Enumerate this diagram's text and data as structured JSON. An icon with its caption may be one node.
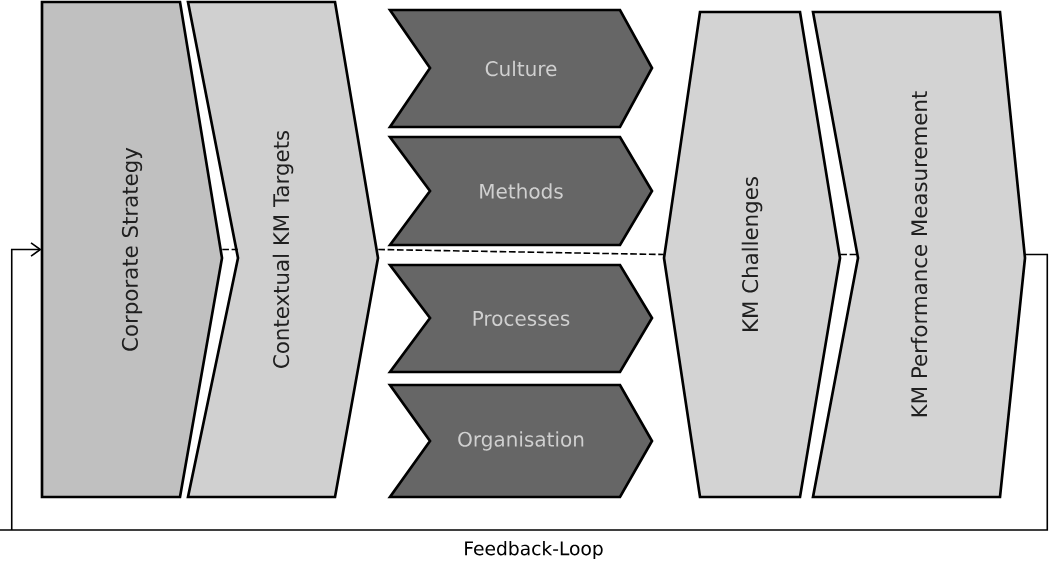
{
  "diagram": {
    "nodes": [
      {
        "text": [
          "Corporate Strategy"
        ]
      },
      {
        "text": [
          "Contextual KM Targets"
        ]
      },
      {
        "text": [
          "Culture"
        ]
      },
      {
        "text": [
          "Methods"
        ]
      },
      {
        "text": [
          "Processes"
        ]
      },
      {
        "text": [
          "Organisation"
        ]
      },
      {
        "text": [
          "KM Challenges"
        ]
      },
      {
        "text": [
          "KM Performance Measurement"
        ]
      }
    ],
    "edges": [
      {
        "from": 0,
        "to": 1,
        "arrow": "none",
        "style": "dashed"
      },
      {
        "from": 1,
        "to": 6,
        "arrow": "none",
        "style": "dashed"
      },
      {
        "from": 6,
        "to": 7,
        "arrow": "none",
        "style": "dashed"
      },
      {
        "from": 7,
        "to": 0,
        "arrow": "to",
        "label": "Feedback-Loop"
      }
    ]
  }
}
